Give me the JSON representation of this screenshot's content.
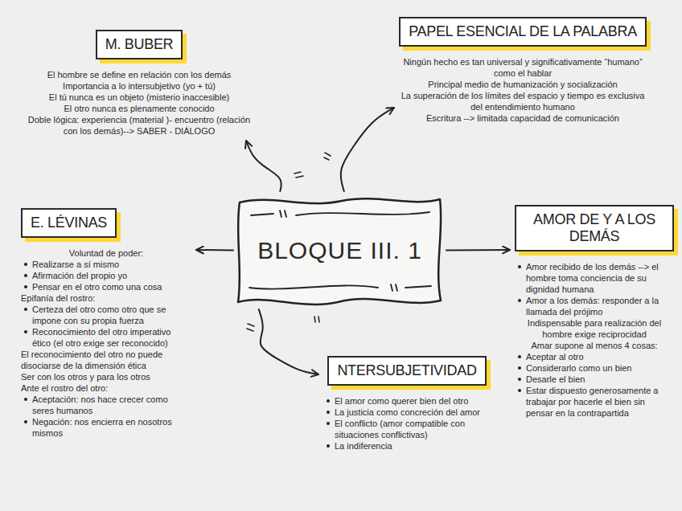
{
  "diagram": {
    "nodes": [
      {
        "text": [
          "M. BUBER",
          "El hombre se define en relación con los demás",
          "Importancia a lo intersubjetivo (yo + tú)",
          "El tú nunca es un objeto (misterio inaccesible)",
          "El otro nunca es plenamente conocido",
          "Doble lógica: experiencia (material )- encuentro (relación con los demás)--> SABER - DIÁLOGO"
        ]
      },
      {
        "text": [
          "PAPEL ESENCIAL DE LA PALABRA",
          "Ningún hecho es tan universal y significativamente “humano” como el hablar",
          "Principal medio de humanización y socialización",
          "La superación de los límites del espacio y tiempo es exclusiva del entendimiento humano",
          "Escritura --> limitada capacidad de comunicación"
        ]
      },
      {
        "text": [
          "E. LÉVINAS",
          "Voluntad de poder:",
          "Realizarse a sí mismo",
          "Afirmación del propio yo",
          "Pensar en el otro como una cosa",
          "Epifanía del rostro:",
          "Certeza del otro como otro que se impone con su propia fuerza",
          "Reconocimiento del otro imperativo ético (el otro exige ser reconocido)",
          "El reconocimiento del otro no puede disociarse de la dimensión ética",
          "Ser con los otros y para los otros",
          "Ante el rostro del otro:",
          "Aceptación: nos hace crecer como seres humanos",
          "Negación: nos encierra en nosotros mismos"
        ]
      },
      {
        "text": [
          "BLOQUE III. 1"
        ]
      },
      {
        "text": [
          "AMOR DE Y A LOS DEMÁS",
          "Amor recibido de los demás --> el hombre toma conciencia de su dignidad humana",
          "Amor a los demás: responder a la llamada del prójimo",
          "Indispensable para realización del hombre exige reciprocidad",
          "Amar supone al menos 4 cosas:",
          "Aceptar al otro",
          "Considerarlo como un bien",
          "Desarle el bien",
          "Estar dispuesto generosamente a trabajar por hacerle el bien sin pensar en la contrapartida"
        ]
      },
      {
        "text": [
          "NTERSUBJETIVIDAD",
          "El amor como querer bien del otro",
          "La justicia como concreción del amor",
          "El conflicto (amor compatible con situaciones conflictivas)",
          "La indiferencia"
        ]
      }
    ],
    "edges": [
      {
        "from": 3,
        "to": 0,
        "arrow": "to"
      },
      {
        "from": 3,
        "to": 1,
        "arrow": "to"
      },
      {
        "from": 3,
        "to": 2,
        "arrow": "to"
      },
      {
        "from": 3,
        "to": 4,
        "arrow": "to"
      },
      {
        "from": 3,
        "to": 5,
        "arrow": "to"
      }
    ]
  }
}
